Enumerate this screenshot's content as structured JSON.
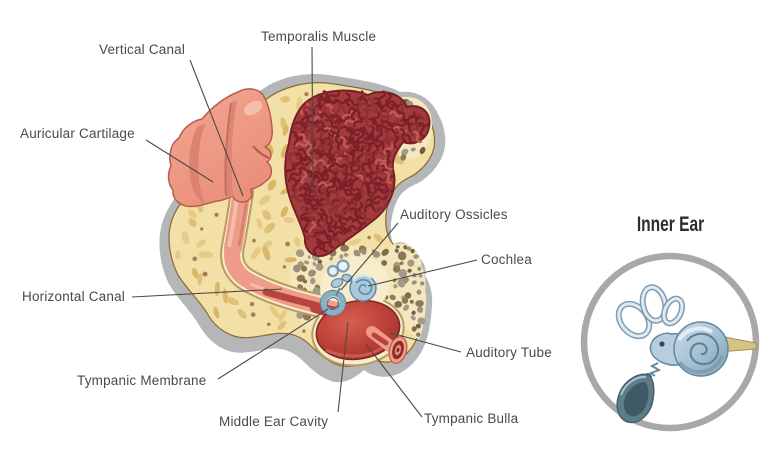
{
  "labels": {
    "vertical_canal": "Vertical Canal",
    "temporalis_muscle": "Temporalis Muscle",
    "auricular_cartilage": "Auricular Cartilage",
    "auditory_ossicles": "Auditory Ossicles",
    "cochlea": "Cochlea",
    "horizontal_canal": "Horizontal Canal",
    "auditory_tube": "Auditory Tube",
    "tympanic_membrane": "Tympanic Membrane",
    "middle_ear_cavity": "Middle Ear Cavity",
    "tympanic_bulla": "Tympanic Bulla"
  },
  "inner_ear": {
    "title": "Inner Ear"
  },
  "colors": {
    "silhouette_gray": "#b4b6b8",
    "bone_cream": "#f3e0a7",
    "bone_oval": "#e0bf78",
    "bone_outline": "#8a6a38",
    "muscle_red": "#a53c40",
    "muscle_texture": "#7b2127",
    "cartilage_pink": "#ef9e8b",
    "canal_lumen": "#b8453b",
    "cavity_red": "#c24840",
    "cochlea_blue": "#a9c8da",
    "label_text": "#4a4a4a",
    "leader_line": "#4f4a44",
    "inner_ear_circle": "#a8a8a8"
  }
}
